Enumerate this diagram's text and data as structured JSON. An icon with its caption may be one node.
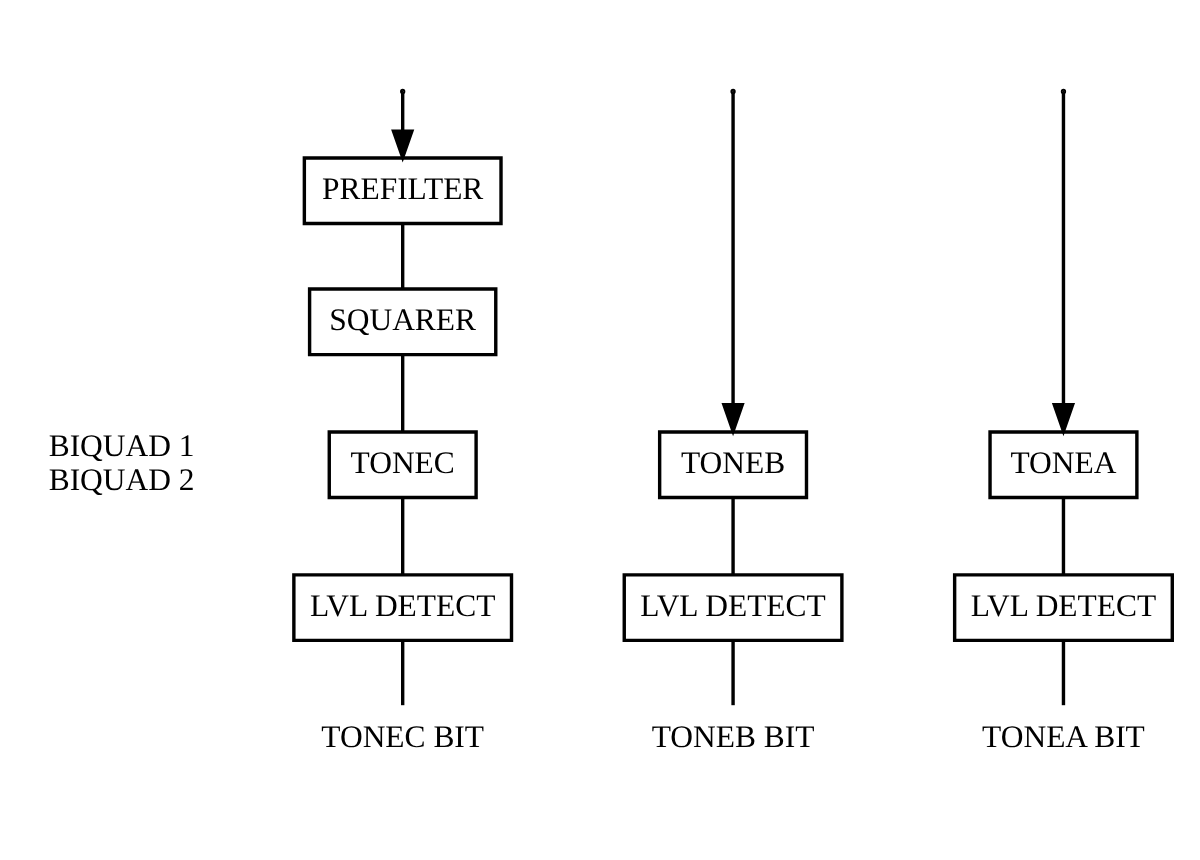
{
  "diagram": {
    "nodes": [
      {
        "text": [
          "PREFILTER"
        ]
      },
      {
        "text": [
          "SQUARER"
        ]
      },
      {
        "text": [
          "TONEC"
        ],
        "beside": [
          "BIQUAD 1",
          "BIQUAD 2"
        ]
      },
      {
        "text": [
          "LVL DETECT"
        ]
      },
      {
        "text": [
          "TONEC BIT"
        ]
      },
      {
        "text": [
          "TONEB"
        ]
      },
      {
        "text": [
          "LVL DETECT"
        ]
      },
      {
        "text": [
          "TONEB BIT"
        ]
      },
      {
        "text": [
          "TONEA"
        ]
      },
      {
        "text": [
          "LVL DETECT"
        ]
      },
      {
        "text": [
          "TONEA BIT"
        ]
      }
    ],
    "edges": [
      {
        "from": null,
        "to": 0,
        "arrow": "to"
      },
      {
        "from": null,
        "to": 5,
        "arrow": "to"
      },
      {
        "from": null,
        "to": 8,
        "arrow": "to"
      },
      {
        "from": 0,
        "to": 1,
        "arrow": "none"
      },
      {
        "from": 1,
        "to": 2,
        "arrow": "none"
      },
      {
        "from": 2,
        "to": 3,
        "arrow": "none"
      },
      {
        "from": 3,
        "to": 4,
        "arrow": "none"
      },
      {
        "from": 5,
        "to": 6,
        "arrow": "none"
      },
      {
        "from": 6,
        "to": 7,
        "arrow": "none"
      },
      {
        "from": 8,
        "to": 9,
        "arrow": "none"
      },
      {
        "from": 9,
        "to": 10,
        "arrow": "none"
      }
    ]
  }
}
